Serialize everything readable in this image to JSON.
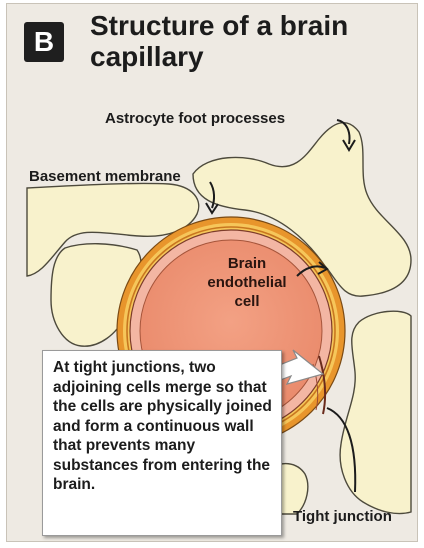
{
  "figure": {
    "panel_letter": "B",
    "title": "Structure of a brain capillary"
  },
  "labels": {
    "astrocyte": "Astrocyte foot processes",
    "basement": "Basement membrane",
    "endothelial": "Brain endothelial cell",
    "tight_junction": "Tight junction"
  },
  "callout": {
    "text": "At tight junctions, two adjoining cells merge so that the cells are physically joined and form a continuous wall that prevents many substances from entering the brain."
  },
  "colors": {
    "panel_bg": "#eeeae3",
    "astrocyte_fill": "#f8f2cc",
    "basement_orange": "#e8952c",
    "basement_light": "#f6c65a",
    "endothelial_outer": "#f3b6a3",
    "lumen": "#ee9676",
    "badge": "#1f1f1f"
  }
}
